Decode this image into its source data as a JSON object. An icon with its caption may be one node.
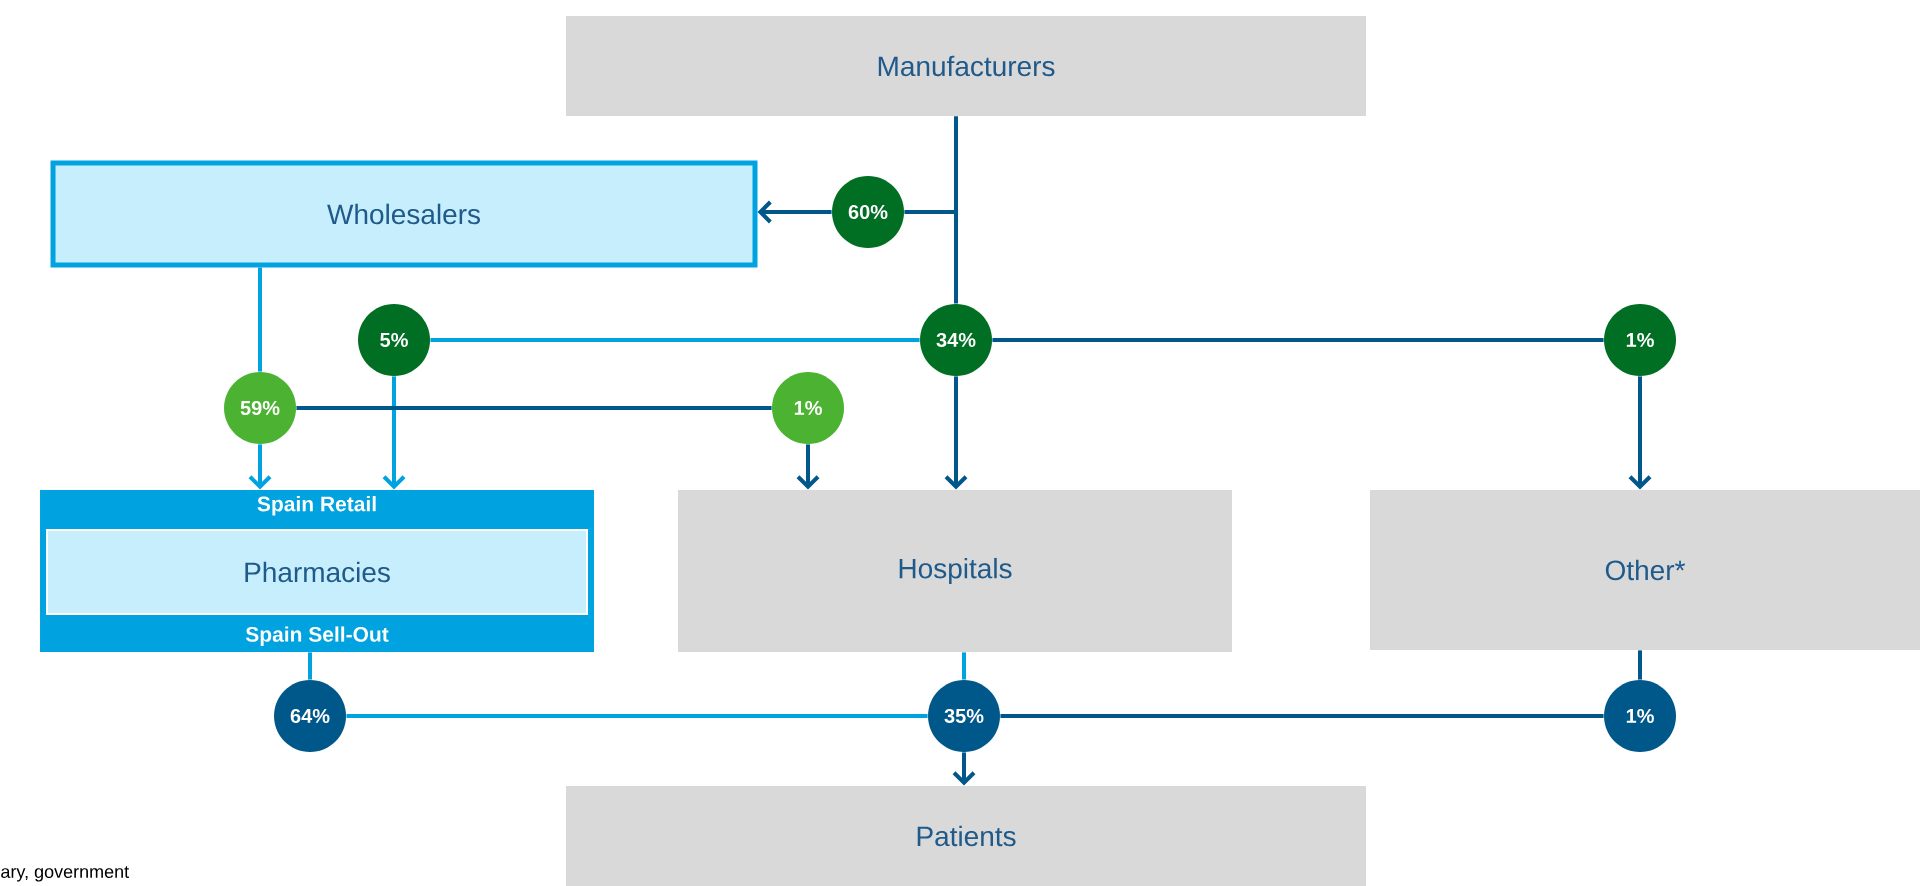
{
  "diagram": {
    "nodes": [
      {
        "text": [
          "Manufacturers"
        ]
      },
      {
        "text": [
          "Wholesalers"
        ]
      },
      {
        "text": [
          "60%"
        ]
      },
      {
        "text": [
          "5%"
        ]
      },
      {
        "text": [
          "34%"
        ]
      },
      {
        "text": [
          "1%"
        ]
      },
      {
        "text": [
          "59%"
        ]
      },
      {
        "text": [
          "1%"
        ]
      },
      {
        "text": [
          "Spain Retail",
          "Spain Sell-Out"
        ]
      },
      {
        "text": [
          "Pharmacies"
        ],
        "in": 8
      },
      {
        "text": [
          "Hospitals"
        ]
      },
      {
        "text": [
          "Other*"
        ]
      },
      {
        "text": [
          "64%"
        ]
      },
      {
        "text": [
          "35%"
        ]
      },
      {
        "text": [
          "1%"
        ]
      },
      {
        "text": [
          "Patients"
        ]
      }
    ],
    "edges": [
      {
        "from": 0,
        "to": 2,
        "arrow": "none"
      },
      {
        "from": 2,
        "to": 1,
        "arrow": "to"
      },
      {
        "from": 0,
        "to": 4,
        "arrow": "none"
      },
      {
        "from": 4,
        "to": 10,
        "arrow": "to"
      },
      {
        "from": 4,
        "to": 5,
        "arrow": "none"
      },
      {
        "from": 5,
        "to": 11,
        "arrow": "to"
      },
      {
        "from": 4,
        "to": 3,
        "arrow": "none",
        "color": "#00a3e0"
      },
      {
        "from": 3,
        "to": 8,
        "arrow": "to",
        "color": "#00a3e0"
      },
      {
        "from": 1,
        "to": 6,
        "arrow": "none",
        "color": "#00a3e0"
      },
      {
        "from": 6,
        "to": 8,
        "arrow": "to",
        "color": "#00a3e0"
      },
      {
        "from": 6,
        "to": 7,
        "arrow": "none"
      },
      {
        "from": 7,
        "to": 10,
        "arrow": "to"
      },
      {
        "from": 8,
        "to": 12,
        "arrow": "none",
        "color": "#00a3e0"
      },
      {
        "from": 12,
        "to": 13,
        "arrow": "none",
        "color": "#00a3e0"
      },
      {
        "from": 10,
        "to": 13,
        "arrow": "none",
        "color": "#00a3e0"
      },
      {
        "from": 11,
        "to": 14,
        "arrow": "none"
      },
      {
        "from": 14,
        "to": 13,
        "arrow": "none"
      },
      {
        "from": 13,
        "to": 15,
        "arrow": "to"
      }
    ],
    "labels": [
      "ary, government"
    ]
  }
}
